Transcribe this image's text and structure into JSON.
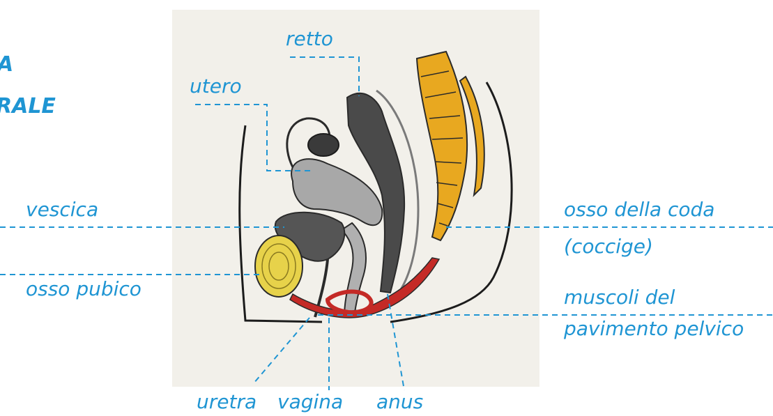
{
  "title_fragments": [
    "A",
    "RALE"
  ],
  "labels": {
    "retto": "retto",
    "utero": "utero",
    "vescica": "vescica",
    "osso_pubico": "osso pubico",
    "osso_coda_1": "osso della coda",
    "osso_coda_2": "(coccige)",
    "muscoli_1": "muscoli del",
    "muscoli_2": "pavimento pelvico",
    "uretra": "uretra",
    "vagina": "vagina",
    "anus": "anus"
  },
  "colors": {
    "label": "#1f95d3",
    "bone": "#e8a820",
    "muscle": "#c42a26",
    "organ": "#9a9a9a",
    "rectum": "#4a4a4a",
    "paper": "#f2f0ea"
  }
}
